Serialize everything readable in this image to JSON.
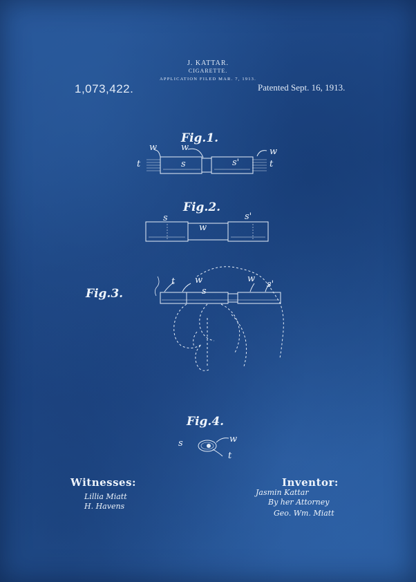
{
  "header": {
    "inventor_name": "J. KATTAR.",
    "title": "CIGARETTE.",
    "application_filed": "APPLICATION FILED MAR. 7, 1913.",
    "patent_number": "1,073,422.",
    "patented_date": "Patented Sept. 16, 1913."
  },
  "figures": [
    {
      "label": "Fig. 1.",
      "parts": [
        "t",
        "w",
        "w",
        "s",
        "s'",
        "w",
        "t"
      ]
    },
    {
      "label": "Fig. 2.",
      "parts": [
        "s",
        "w",
        "s'"
      ]
    },
    {
      "label": "Fig. 3.",
      "parts": [
        "t",
        "w",
        "s",
        "w",
        "s'"
      ]
    },
    {
      "label": "Fig. 4.",
      "parts": [
        "s",
        "w",
        "t"
      ]
    }
  ],
  "fig1": {
    "label": "Fig.1.",
    "t_left": "t",
    "w_left": "w",
    "w_mid": "w",
    "s": "s",
    "s_prime": "s'",
    "w_right": "w",
    "t_right": "t"
  },
  "fig2": {
    "label": "Fig.2.",
    "s": "s",
    "w": "w",
    "s_prime": "s'"
  },
  "fig3": {
    "label": "Fig.3.",
    "t": "t",
    "w1": "w",
    "s": "s",
    "w2": "w",
    "s_prime": "s'"
  },
  "fig4": {
    "label": "Fig.4.",
    "s": "s",
    "w": "w",
    "t": "t"
  },
  "witnesses": {
    "heading": "Witnesses:",
    "signature_1": "Lillia Miatt",
    "signature_2": "H. Havens"
  },
  "inventor": {
    "heading": "Inventor:",
    "name": "Jasmin Kattar",
    "by_line": "By her Attorney",
    "attorney": "Geo. Wm. Miatt"
  },
  "colors": {
    "background": "#1f4a8a",
    "ink": "#e6eef8"
  }
}
